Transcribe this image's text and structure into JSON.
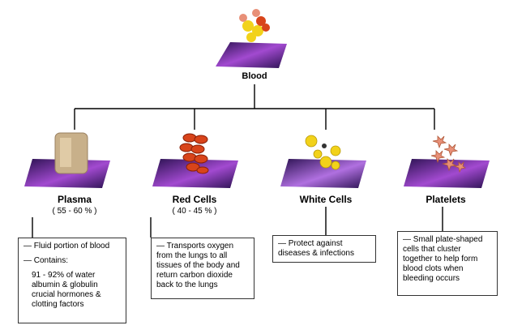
{
  "root": {
    "label": "Blood"
  },
  "branches": [
    {
      "title": "Plasma",
      "percent": "( 55 - 60 % )",
      "lines": [
        "— Fluid portion of blood",
        "— Contains:"
      ],
      "sub_lines": [
        "91 - 92% of water",
        "albumin &  globulin",
        "crucial hormones &",
        "clotting factors"
      ]
    },
    {
      "title": "Red Cells",
      "percent": "( 40 - 45 % )",
      "lines": [
        "— Transports oxygen",
        "from the lungs to all",
        "tissues of the body and",
        "return carbon dioxide",
        "back to the lungs"
      ]
    },
    {
      "title": "White Cells",
      "lines": [
        "— Protect against",
        "diseases & infections"
      ]
    },
    {
      "title": "Platelets",
      "lines": [
        "— Small plate-shaped",
        "cells that cluster",
        "together to help form",
        "blood clots when",
        "bleeding occurs"
      ]
    }
  ],
  "colors": {
    "pad_dark": "#2a1150",
    "pad_light": "#a24ad0",
    "plasma": "#c8b08a",
    "red_cells": "#d8441a",
    "white_cells": "#f2d21a",
    "platelets": "#e89078"
  }
}
